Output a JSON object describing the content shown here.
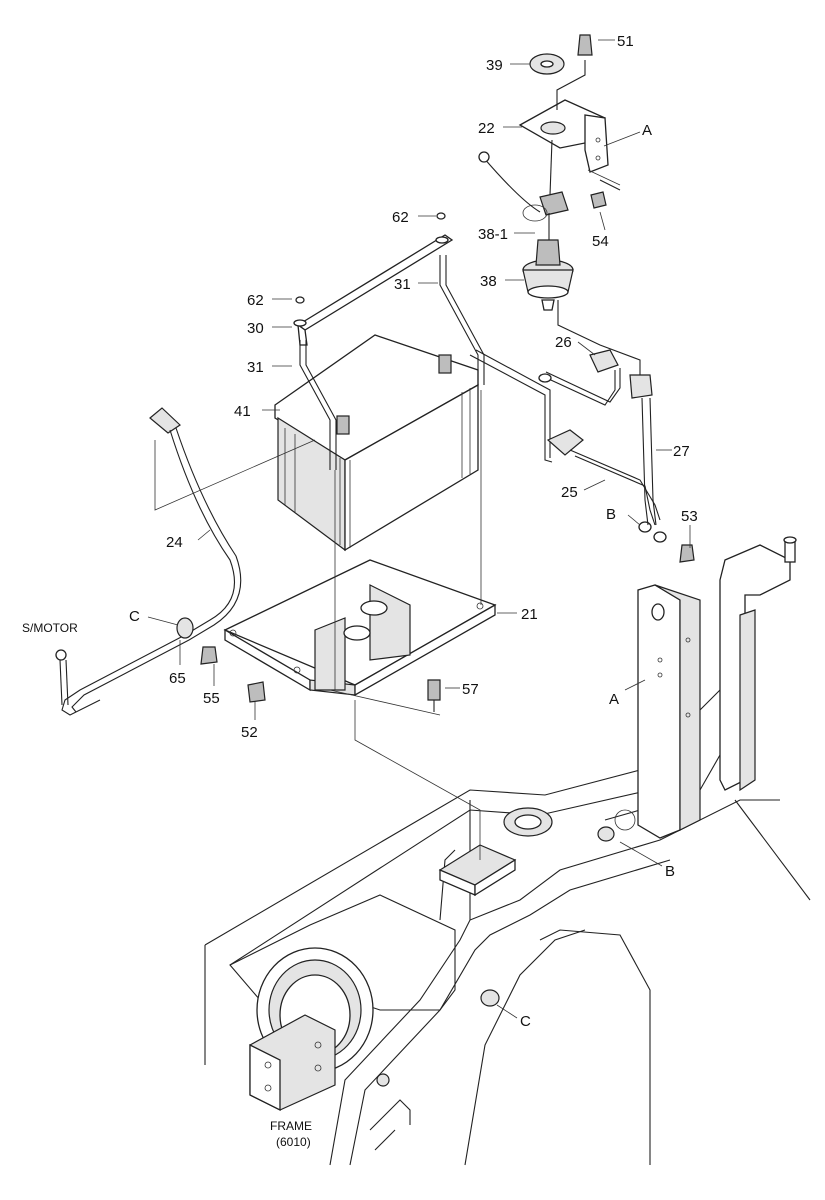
{
  "callouts": [
    {
      "id": "label-51",
      "text": "51"
    },
    {
      "id": "label-39",
      "text": "39"
    },
    {
      "id": "label-22",
      "text": "22"
    },
    {
      "id": "label-A-top",
      "text": "A"
    },
    {
      "id": "label-54",
      "text": "54"
    },
    {
      "id": "label-62-top",
      "text": "62"
    },
    {
      "id": "label-38-1",
      "text": "38-1"
    },
    {
      "id": "label-38",
      "text": "38"
    },
    {
      "id": "label-31-right",
      "text": "31"
    },
    {
      "id": "label-62-left",
      "text": "62"
    },
    {
      "id": "label-30",
      "text": "30"
    },
    {
      "id": "label-26",
      "text": "26"
    },
    {
      "id": "label-31-left",
      "text": "31"
    },
    {
      "id": "label-41",
      "text": "41"
    },
    {
      "id": "label-27",
      "text": "27"
    },
    {
      "id": "label-25",
      "text": "25"
    },
    {
      "id": "label-B-top",
      "text": "B"
    },
    {
      "id": "label-53",
      "text": "53"
    },
    {
      "id": "label-24",
      "text": "24"
    },
    {
      "id": "label-21",
      "text": "21"
    },
    {
      "id": "label-C-left",
      "text": "C"
    },
    {
      "id": "label-smotor",
      "text": "S/MOTOR"
    },
    {
      "id": "label-65",
      "text": "65"
    },
    {
      "id": "label-55",
      "text": "55"
    },
    {
      "id": "label-57",
      "text": "57"
    },
    {
      "id": "label-A-frame",
      "text": "A"
    },
    {
      "id": "label-52",
      "text": "52"
    },
    {
      "id": "label-B-frame",
      "text": "B"
    },
    {
      "id": "label-C-frame",
      "text": "C"
    }
  ],
  "frame_label": {
    "line1": "FRAME",
    "line2": "(6010)"
  }
}
